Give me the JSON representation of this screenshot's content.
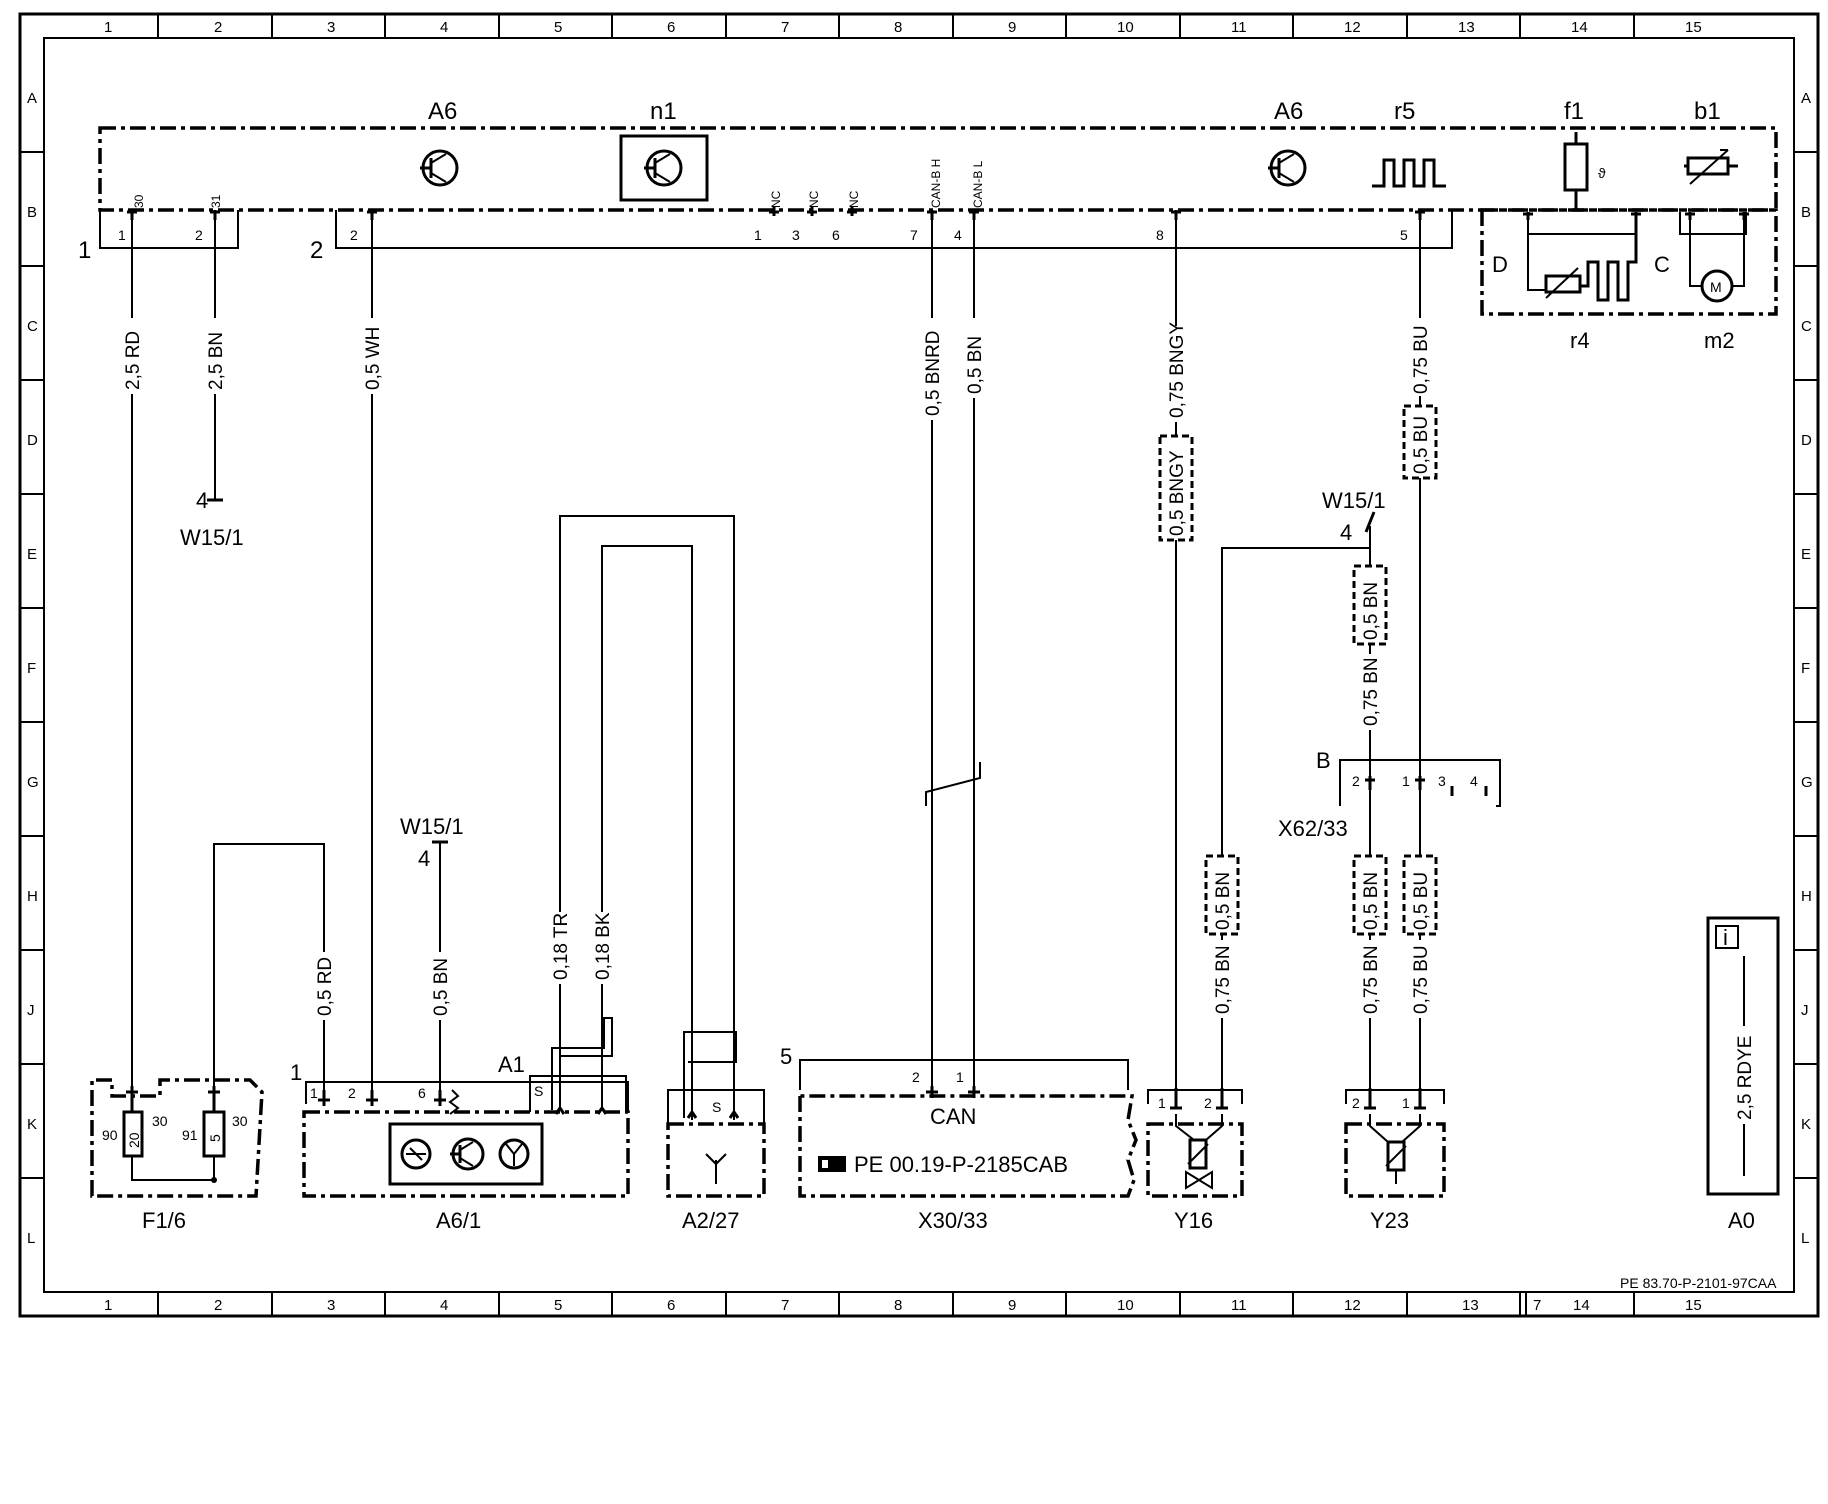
{
  "grid": {
    "columns": [
      "1",
      "2",
      "3",
      "4",
      "5",
      "6",
      "7",
      "8",
      "9",
      "10",
      "11",
      "12",
      "13",
      "14",
      "15"
    ],
    "rows": [
      "A",
      "B",
      "C",
      "D",
      "E",
      "F",
      "G",
      "H",
      "J",
      "K",
      "L"
    ],
    "bottom_extra": "7"
  },
  "components": {
    "a6_left": "A6",
    "n1": "n1",
    "a6_right": "A6",
    "r5": "r5",
    "f1": "f1",
    "b1": "b1",
    "f1_symbol": "ϑ",
    "d": "D",
    "c": "C",
    "r4": "r4",
    "m2": "m2",
    "motor_m": "M",
    "conn1": "1",
    "conn2": "2",
    "w15_1_a": "W15/1",
    "w15_1_a_pin": "4",
    "w15_1_b": "W15/1",
    "w15_1_b_pin": "4",
    "w15_1_c": "W15/1",
    "w15_1_c_pin": "4",
    "x62_33": "X62/33",
    "x62_b": "B",
    "f1_6": "F1/6",
    "a6_1": "A6/1",
    "a1": "A1",
    "a2_27": "A2/27",
    "x30_33": "X30/33",
    "x30_5": "5",
    "can": "CAN",
    "can_ref": "PE 00.19-P-2185CAB",
    "y16": "Y16",
    "y23": "Y23",
    "a0": "A0",
    "a0_info": "i"
  },
  "pins": {
    "top": [
      "30",
      "31",
      "NC",
      "NC",
      "NC",
      "CAN-B H",
      "CAN-B L"
    ],
    "bus": [
      "1",
      "2",
      "2",
      "1",
      "3",
      "6",
      "7",
      "4",
      "8",
      "5"
    ],
    "x62": [
      "2",
      "1",
      "3",
      "4"
    ],
    "f1_6": [
      "90",
      "20",
      "30",
      "91",
      "5",
      "30"
    ],
    "a6_1": [
      "1",
      "2",
      "6",
      "1",
      "S"
    ],
    "a2_27": "S",
    "x30": [
      "2",
      "1"
    ],
    "y16": [
      "1",
      "2"
    ],
    "y23": [
      "2",
      "1"
    ]
  },
  "wires": {
    "w1": "2,5 RD",
    "w2": "2,5 BN",
    "w3": "0,5 WH",
    "w4": "0,5 BNRD",
    "w5": "0,5 BN",
    "w6": "0,75 BNGY",
    "w7": "0,75 BU",
    "w7b": "0,5 BU",
    "w6b": "0,5 BNGY",
    "w8": "0,5 BN",
    "w9": "0,75 BN",
    "w10": "0,5 RD",
    "w11": "0,5 BN",
    "w12": "0,18 TR",
    "w13": "0,18 BK",
    "w14": "0,5 BN",
    "w15": "0,75 BN",
    "w16": "0,5 BN",
    "w17": "0,75 BN",
    "w18": "0,5 BU",
    "w19": "0,75 BU",
    "a0_wire": "2,5 RDYE"
  },
  "footer_ref": "PE 83.70-P-2101-97CAA"
}
